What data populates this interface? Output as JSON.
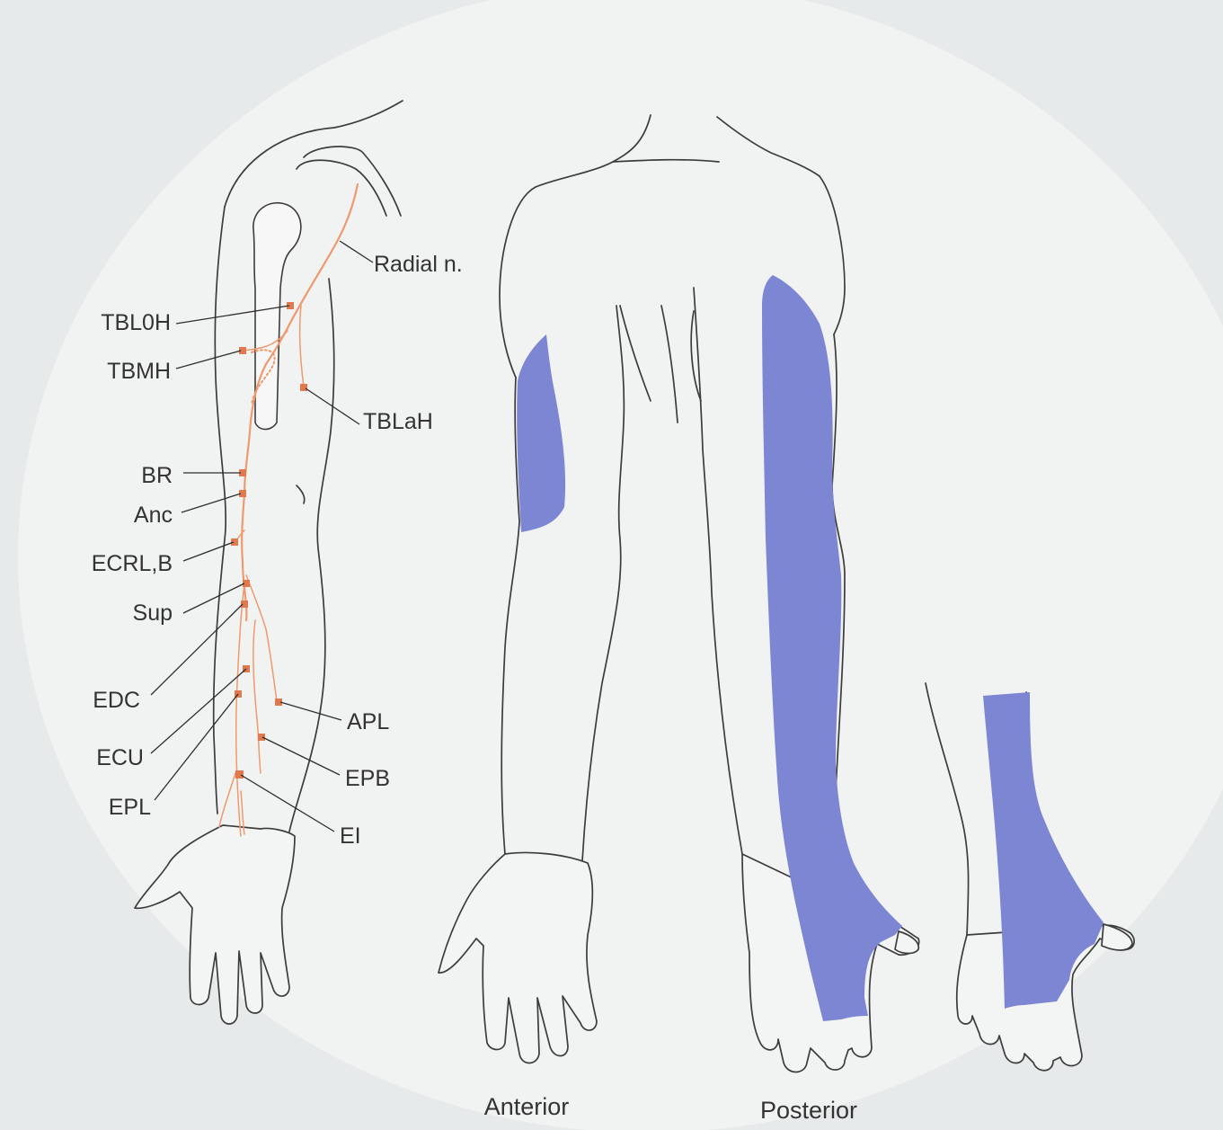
{
  "colors": {
    "background": "#e6eaea",
    "nerve": "#ee9a6e",
    "motor_point": "#e07a4e",
    "sensory_area": "#7d86d2",
    "outline": "#3c3c3c"
  },
  "nerve_label": "Radial n.",
  "muscle_labels": {
    "tbloh": "TBL0H",
    "tbmh": "TBMH",
    "tblah": "TBLaH",
    "br": "BR",
    "anc": "Anc",
    "ecrlb": "ECRL,B",
    "sup": "Sup",
    "edc": "EDC",
    "ecu": "ECU",
    "epl": "EPL",
    "apl": "APL",
    "epb": "EPB",
    "ei": "EI"
  },
  "captions": {
    "anterior": "Anterior",
    "posterior": "Posterior"
  }
}
